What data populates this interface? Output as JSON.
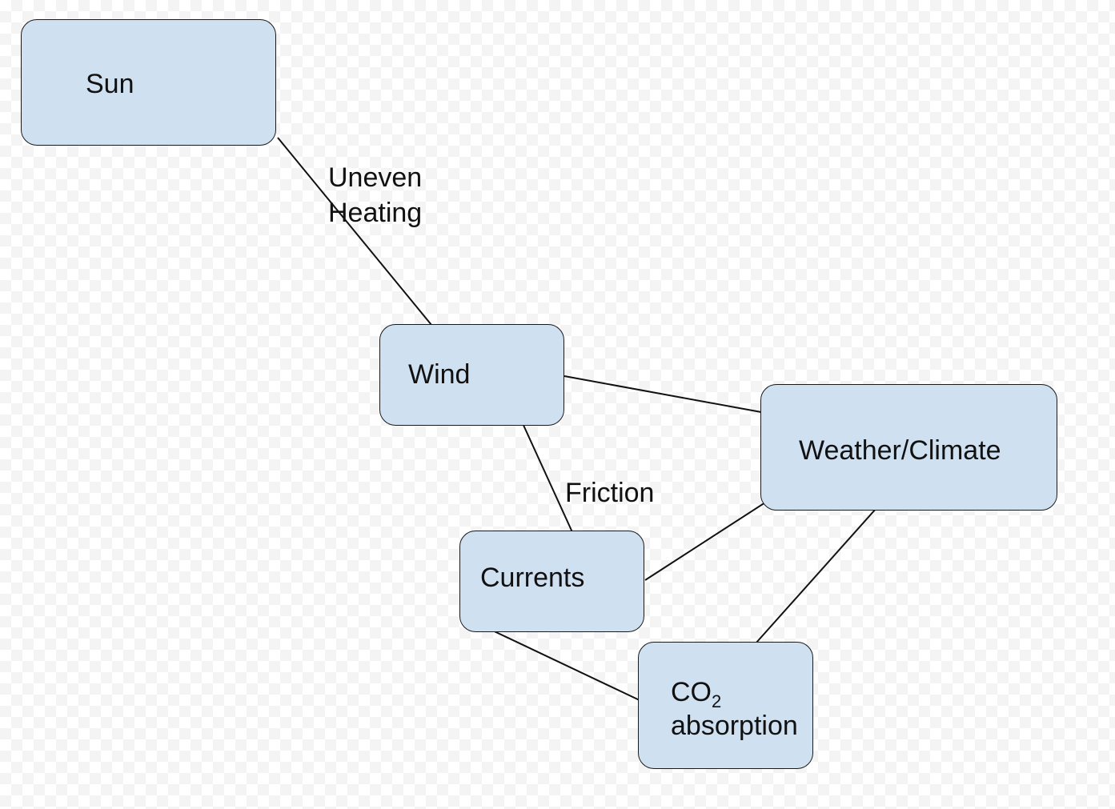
{
  "colors": {
    "node_fill": "#cfe0f1",
    "node_border": "#1a1a1a",
    "connector": "#111111",
    "background_check": "#f4f4f4"
  },
  "nodes": {
    "sun": {
      "label": "Sun"
    },
    "wind": {
      "label": "Wind"
    },
    "weather": {
      "label": "Weather/Climate"
    },
    "currents": {
      "label": "Currents"
    },
    "co2": {
      "label_main": "CO",
      "label_sub": "2",
      "label_line2": "absorption"
    }
  },
  "edge_labels": {
    "sun_wind_line1": "Uneven",
    "sun_wind_line2": "Heating",
    "wind_currents": "Friction"
  }
}
